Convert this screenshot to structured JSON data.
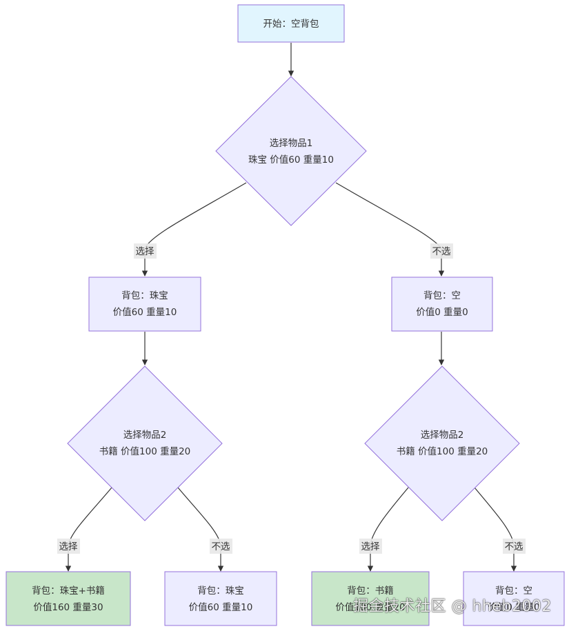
{
  "colors": {
    "node_fill": "#ececff",
    "node_stroke": "#9370db",
    "start_fill": "#e1f5fe",
    "start_stroke": "#9370db",
    "result_fill": "#c8e6c9",
    "edge": "#333333",
    "label_bg": "#e8e8e8"
  },
  "nodes": {
    "start": {
      "line1": "开始：空背包"
    },
    "decision1": {
      "line1": "选择物品1",
      "line2": "珠宝 价值60 重量10"
    },
    "bag_left": {
      "line1": "背包：珠宝",
      "line2": "价值60 重量10"
    },
    "bag_right": {
      "line1": "背包：空",
      "line2": "价值0 重量0"
    },
    "decision2_left": {
      "line1": "选择物品2",
      "line2": "书籍 价值100 重量20"
    },
    "decision2_right": {
      "line1": "选择物品2",
      "line2": "书籍 价值100 重量20"
    },
    "leaf1": {
      "line1": "背包：珠宝+书籍",
      "line2": "价值160 重量30"
    },
    "leaf2": {
      "line1": "背包：珠宝",
      "line2": "价值60 重量10"
    },
    "leaf3": {
      "line1": "背包：书籍",
      "line2": "价值100 重量20"
    },
    "leaf4": {
      "line1": "背包：空",
      "line2": "价值0 重量0"
    }
  },
  "edges": {
    "d1_select": "选择",
    "d1_skip": "不选",
    "d2l_select": "选择",
    "d2l_skip": "不选",
    "d2r_select": "选择",
    "d2r_skip": "不选"
  },
  "watermark": "掘金技术社区 @ hheb2002"
}
